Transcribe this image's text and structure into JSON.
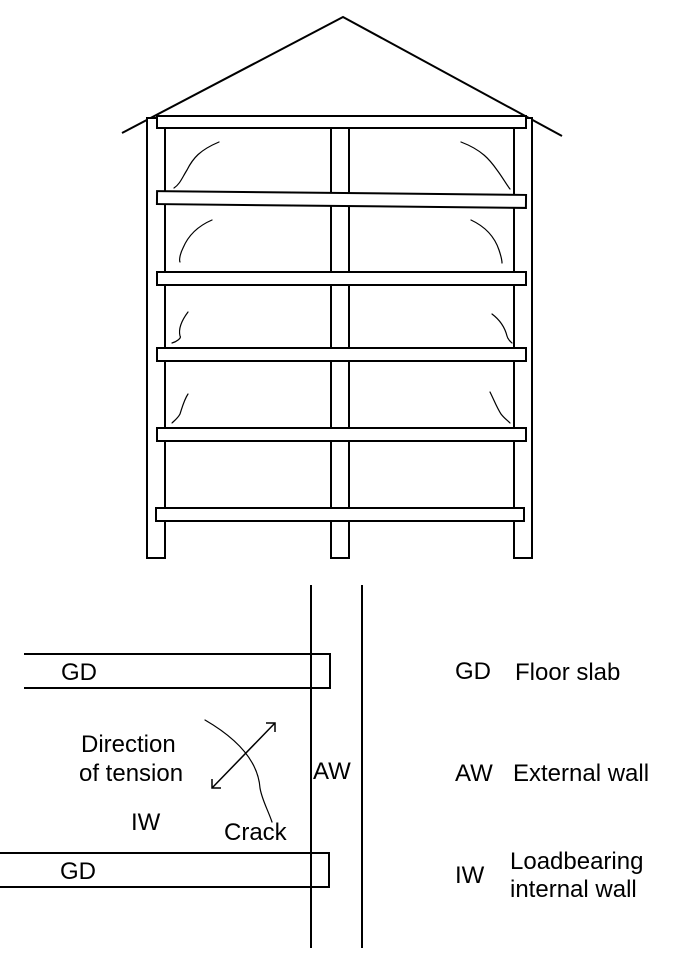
{
  "detail": {
    "slab_top_label": "GD",
    "slab_bottom_label": "GD",
    "direction_label_line1": "Direction",
    "direction_label_line2": "of tension",
    "internal_wall_label": "IW",
    "crack_label": "Crack",
    "external_wall_label": "AW"
  },
  "legend": [
    {
      "code": "GD",
      "line1": "Floor slab",
      "line2": ""
    },
    {
      "code": "AW",
      "line1": "External wall",
      "line2": ""
    },
    {
      "code": "IW",
      "line1": "Loadbearing",
      "line2": "internal wall"
    }
  ],
  "colors": {
    "line": "#000000",
    "background": "#ffffff"
  }
}
